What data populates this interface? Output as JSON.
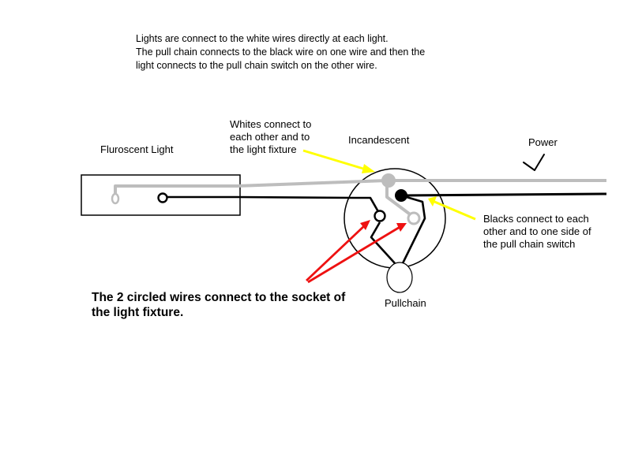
{
  "intro": {
    "lines": "Lights are connect to the white wires directly at each light.\nThe pull chain connects to the black wire on one wire and then the\nlight connects to the pull chain switch on the other wire."
  },
  "labels": {
    "fluorescent": "Fluroscent Light",
    "whites_note": "Whites connect to\neach other and to\nthe light fixture",
    "incandescent": "Incandescent",
    "power": "Power",
    "blacks_note": "Blacks connect to each\nother and to one side of\nthe pull chain switch",
    "circled_note": "The 2 circled wires connect to the socket of\nthe light fixture.",
    "pullchain": "Pullchain"
  },
  "colors": {
    "white_wire": "#bdbdbd",
    "black_wire": "#000000",
    "yellow_arrow": "#ffff00",
    "red_arrow": "#ee1111",
    "outline": "#000000"
  }
}
